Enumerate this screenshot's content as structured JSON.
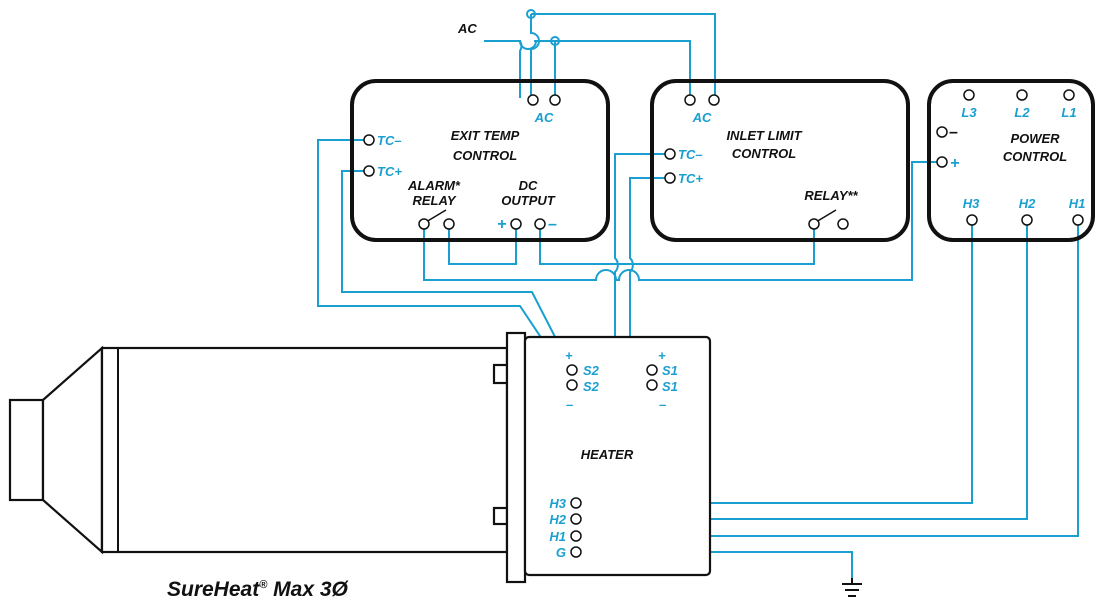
{
  "source_label": "AC",
  "exit_temp_control": {
    "title_line1": "EXIT TEMP",
    "title_line2": "CONTROL",
    "ac": "AC",
    "tc_minus": "TC–",
    "tc_plus": "TC+",
    "alarm_line1": "ALARM*",
    "alarm_line2": "RELAY",
    "dc_line1": "DC",
    "dc_line2": "OUTPUT",
    "plus": "+",
    "minus": "–"
  },
  "inlet_limit_control": {
    "title_line1": "INLET LIMIT",
    "title_line2": "CONTROL",
    "ac": "AC",
    "tc_minus": "TC–",
    "tc_plus": "TC+",
    "relay": "RELAY**"
  },
  "power_control": {
    "title_line1": "POWER",
    "title_line2": "CONTROL",
    "l3": "L3",
    "l2": "L2",
    "l1": "L1",
    "minus": "–",
    "plus": "+",
    "h3": "H3",
    "h2": "H2",
    "h1": "H1"
  },
  "heater": {
    "label": "HEATER",
    "s2_plus_sign": "+",
    "s2_top": "S2",
    "s2_bottom": "S2",
    "s2_minus_sign": "–",
    "s1_plus_sign": "+",
    "s1_top": "S1",
    "s1_bottom": "S1",
    "s1_minus_sign": "–",
    "h3": "H3",
    "h2": "H2",
    "h1": "H1",
    "g": "G"
  },
  "product": {
    "name": "SureHeat",
    "registered": "®",
    "model": " Max 3Ø"
  },
  "colors": {
    "wire": "#1aa0d0",
    "outline": "#111111",
    "background": "#ffffff"
  },
  "icons": [
    "ground-icon",
    "relay-switch-icon",
    "terminal-icon"
  ]
}
